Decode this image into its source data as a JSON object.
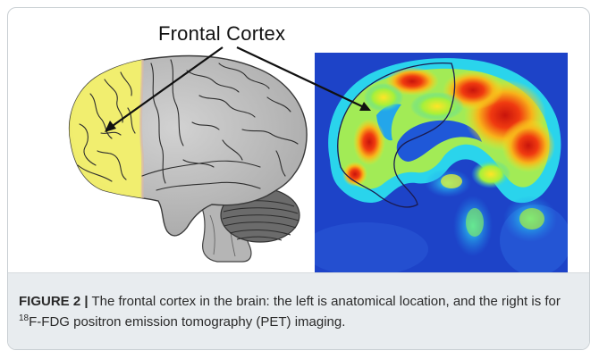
{
  "figure": {
    "annotation_label": "Frontal Cortex",
    "caption": {
      "label": "FIGURE 2 |",
      "text_part1": " The frontal cortex in the brain: the left is anatomical location, and the right is for ",
      "superscript": "18",
      "text_part2": "F-FDG positron emission tomography (PET) imaging."
    }
  },
  "colors": {
    "frontal_lobe": "#f3f06a",
    "brain_gray": "#c3c3c3",
    "cerebellum": "#6e6e6e",
    "pet_background": "#1d43c8"
  }
}
